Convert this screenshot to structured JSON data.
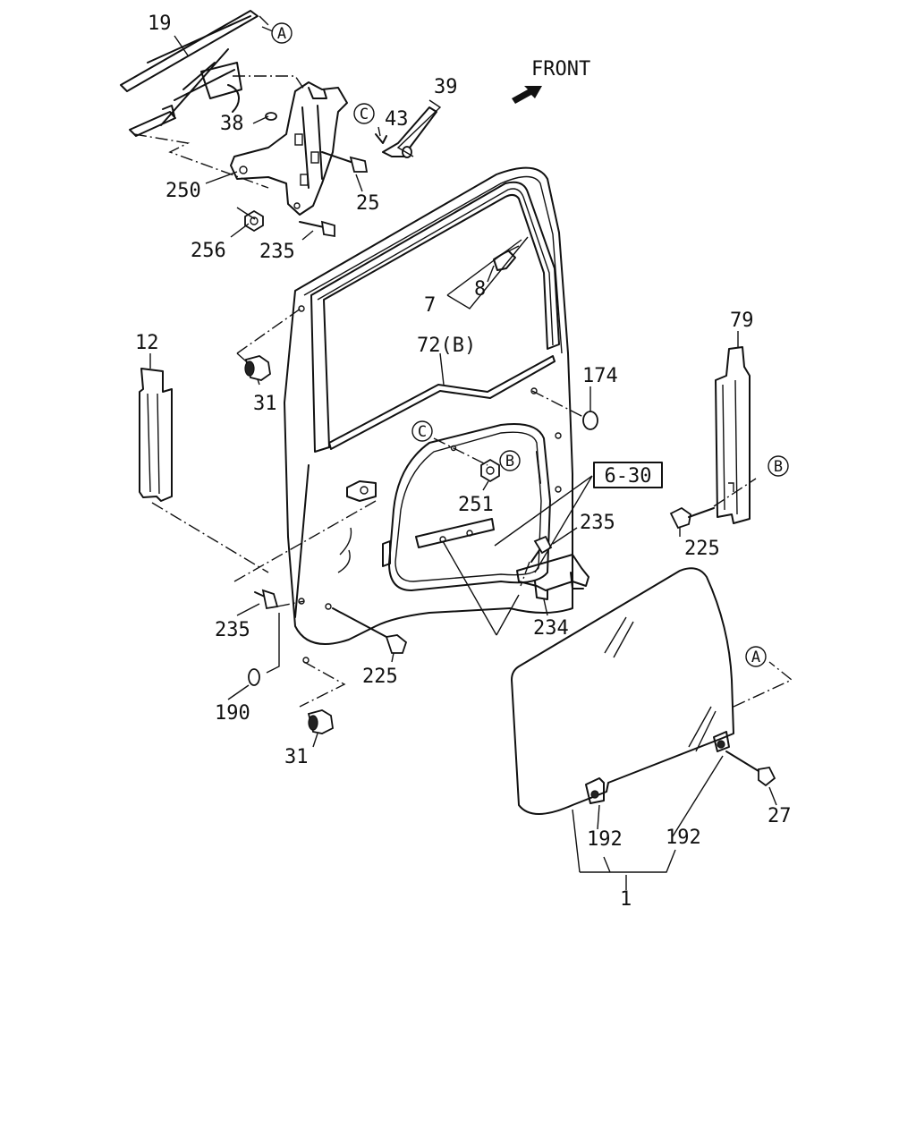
{
  "diagram": {
    "front_label": "FRONT",
    "ref_box": "6-30",
    "refs": {
      "a1": "A",
      "a2": "A",
      "b1": "B",
      "b2": "B",
      "c1": "C",
      "c2": "C"
    },
    "labels": {
      "p19": "19",
      "p39": "39",
      "p43": "43",
      "p38": "38",
      "p25": "25",
      "p250": "250",
      "p256": "256",
      "p235a": "235",
      "p7": "7",
      "p8": "8",
      "p12": "12",
      "p31a": "31",
      "p72": "72(B)",
      "p174": "174",
      "p79": "79",
      "p251": "251",
      "p235b": "235",
      "p225a": "225",
      "p234": "234",
      "p235c": "235",
      "p225b": "225",
      "p190": "190",
      "p31b": "31",
      "p192a": "192",
      "p192b": "192",
      "p27": "27",
      "p1": "1"
    }
  }
}
